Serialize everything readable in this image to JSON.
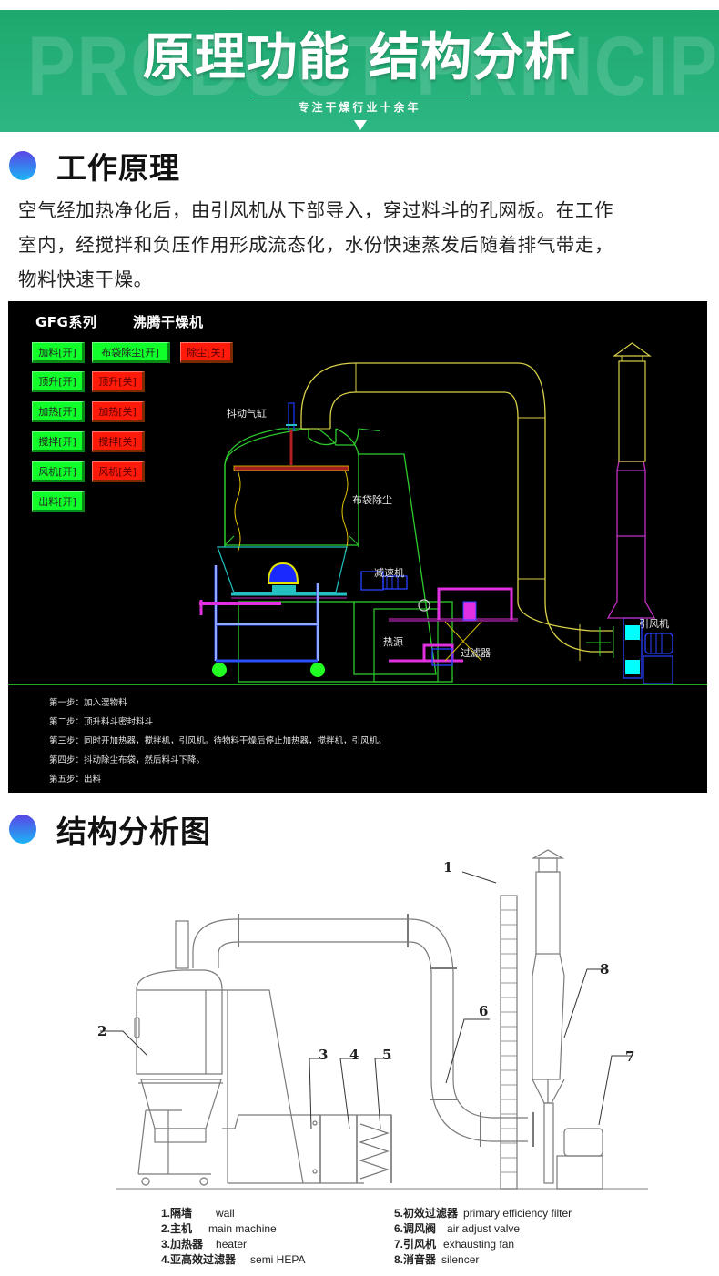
{
  "banner": {
    "background_text": "PRODUCT PRINCIPLE",
    "title": "原理功能 结构分析",
    "subtitle": "专注干燥行业十余年",
    "colors": {
      "gradient_top": "#1da96e",
      "gradient_bottom": "#2db682"
    }
  },
  "working_principle": {
    "heading": "工作原理",
    "lines": [
      "空气经加热净化后，由引风机从下部导入，穿过料斗的孔网板。在工作",
      "室内，经搅拌和负压作用形成流态化，水份快速蒸发后随着排气带走，",
      "物料快速干燥。"
    ]
  },
  "cad_panel": {
    "series": "GFG系列",
    "machine_name": "沸腾干燥机",
    "buttons": [
      {
        "label": "加料[开]",
        "state": "on"
      },
      {
        "label": "布袋除尘[开]",
        "state": "on"
      },
      {
        "label": "除尘[关]",
        "state": "off"
      },
      {
        "label": "顶升[开]",
        "state": "on"
      },
      {
        "label": "顶升[关]",
        "state": "off"
      },
      {
        "label": "加热[开]",
        "state": "on"
      },
      {
        "label": "加热[关]",
        "state": "off"
      },
      {
        "label": "搅拌[开]",
        "state": "on"
      },
      {
        "label": "搅拌[关]",
        "state": "off"
      },
      {
        "label": "风机[开]",
        "state": "on"
      },
      {
        "label": "风机[关]",
        "state": "off"
      },
      {
        "label": "出料[开]",
        "state": "on"
      }
    ],
    "labels": {
      "shaking_cylinder": "抖动气缸",
      "bag_filter": "布袋除尘",
      "reducer": "减速机",
      "heat_source": "热源",
      "filter": "过滤器",
      "induced_fan": "引风机"
    },
    "steps": [
      "第一步：加入湿物料",
      "第二步：顶升料斗密封料斗",
      "第三步：同时开加热器，搅拌机，引风机。待物料干燥后停止加热器，搅拌机，引风机。",
      "第四步：抖动除尘布袋，然后料斗下降。",
      "第五步：出料"
    ],
    "colors": {
      "on": "#10ff2a",
      "off": "#ff1a0a"
    }
  },
  "structure": {
    "heading": "结构分析图",
    "callouts": [
      "1",
      "2",
      "3",
      "4",
      "5",
      "6",
      "7",
      "8"
    ],
    "legend": [
      {
        "zh": "1.隔墙",
        "en": "wall"
      },
      {
        "zh": "2.主机",
        "en": "main machine"
      },
      {
        "zh": "3.加热器",
        "en": "heater"
      },
      {
        "zh": "4.亚高效过滤器",
        "en": "semi HEPA"
      },
      {
        "zh": "5.初效过滤器",
        "en": "primary efficiency filter"
      },
      {
        "zh": "6.调风阀",
        "en": "air adjust valve"
      },
      {
        "zh": "7.引风机",
        "en": "exhausting fan"
      },
      {
        "zh": "8.消音器",
        "en": "silencer"
      }
    ]
  }
}
